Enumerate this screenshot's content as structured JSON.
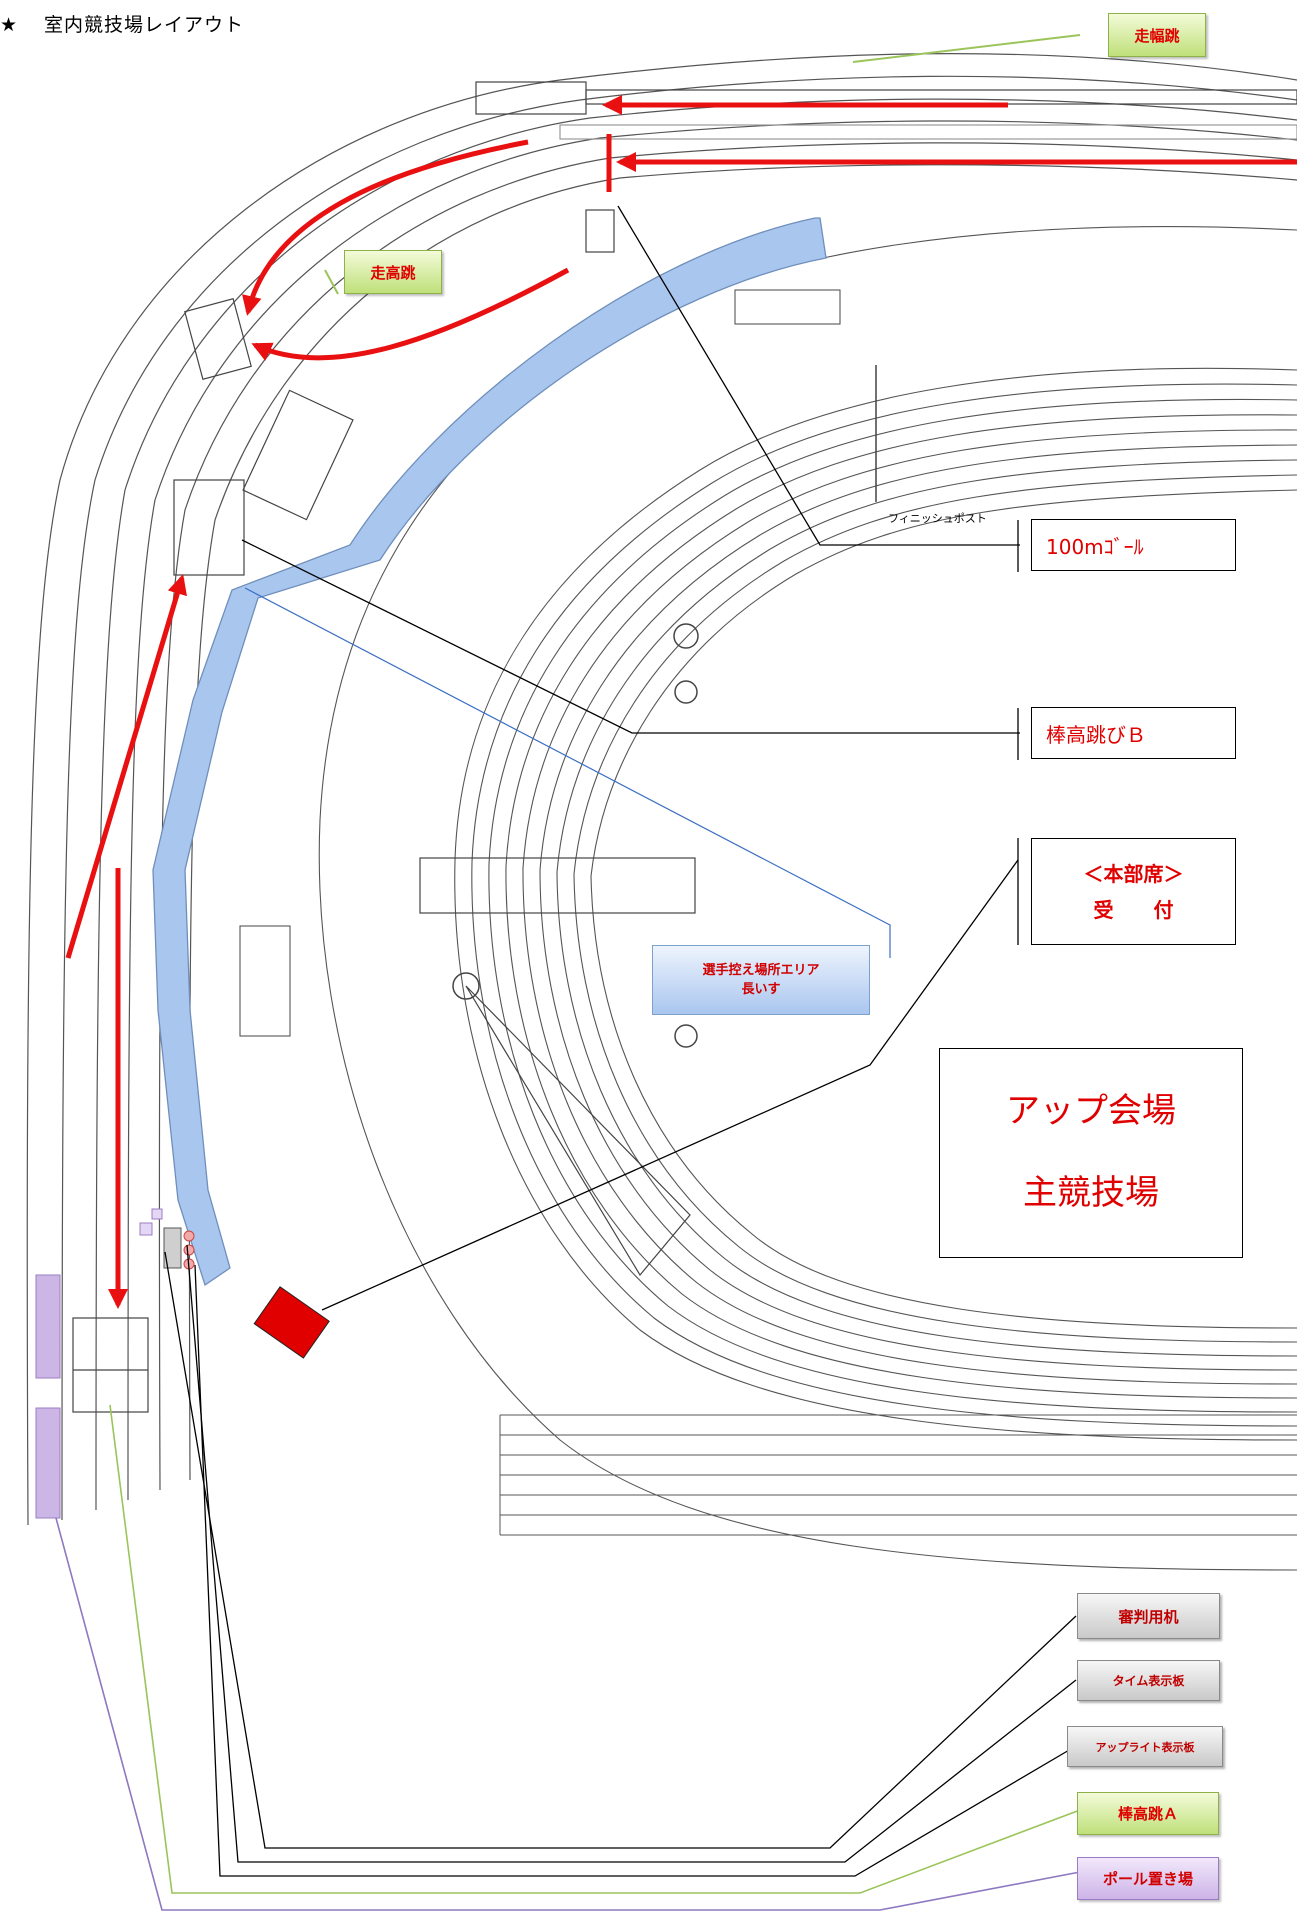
{
  "title": {
    "star": "★",
    "text": "室内競技場レイアウト"
  },
  "labels": {
    "long_jump": "走幅跳",
    "high_jump": "走高跳",
    "goal_100m": "100mｺﾞｰﾙ",
    "pole_vault_b": "棒高跳びＢ",
    "hq_line1": "＜本部席＞",
    "hq_line2": "受　　付",
    "waiting_line1": "選手控え場所エリア",
    "waiting_line2": "長いす",
    "warmup_line1": "アップ会場",
    "warmup_line2": "主競技場",
    "judge_desk": "審判用机",
    "time_board": "タイム表示板",
    "upright_board": "アップライト表示板",
    "pole_vault_a": "棒高跳Ａ",
    "pole_storage": "ポール置き場",
    "finish_post": "フィニッシュポスト"
  },
  "colors": {
    "arrow": "#e81010",
    "event_green": "#9bc45a",
    "leader_purple": "#8e78c0",
    "waiting_blue": "#a9c6ef",
    "hq_red": "#e00000"
  }
}
